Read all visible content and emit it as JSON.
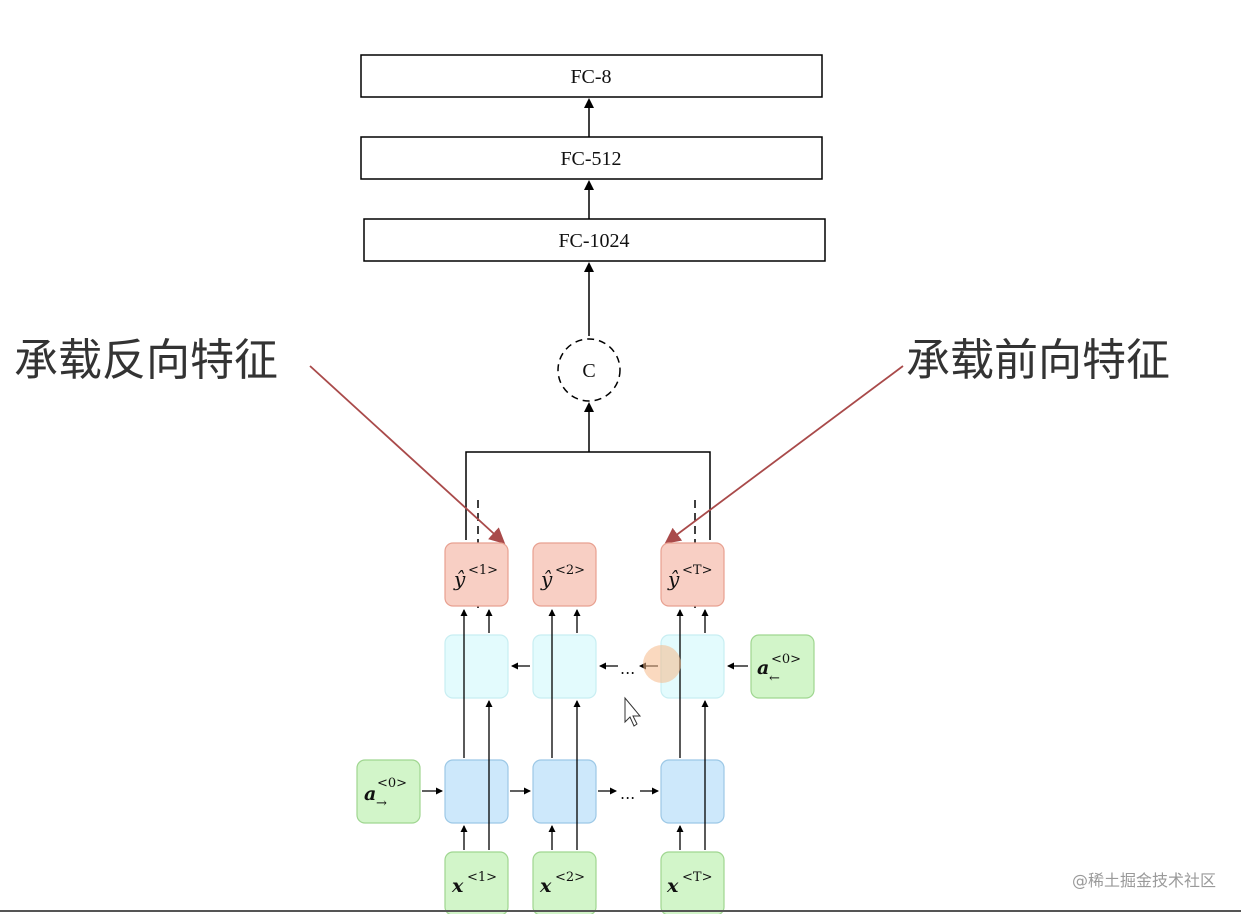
{
  "fc_layers": [
    "FC-8",
    "FC-512",
    "FC-1024"
  ],
  "concat_label": "C",
  "annotations": {
    "left": "承载反向特征",
    "right": "承载前向特征"
  },
  "outputs": [
    {
      "base": "ŷ",
      "sup": "<1>"
    },
    {
      "base": "ŷ",
      "sup": "<2>"
    },
    {
      "base": "ŷ",
      "sup": "<T>"
    }
  ],
  "inputs": [
    {
      "base": "x",
      "sup": "<1>"
    },
    {
      "base": "x",
      "sup": "<2>"
    },
    {
      "base": "x",
      "sup": "<T>"
    }
  ],
  "init_states": {
    "forward": {
      "base": "a",
      "sup": "<0>",
      "sub": "→"
    },
    "backward": {
      "base": "a",
      "sup": "<0>",
      "sub": "←"
    }
  },
  "ellipsis": "...",
  "watermark": "@稀土掘金技术社区",
  "colors": {
    "output_fill": "#f8cfc4",
    "output_stroke": "#e8a090",
    "backward_fill": "#e3fbfd",
    "backward_stroke": "#c8eef2",
    "forward_fill": "#cde8fb",
    "forward_stroke": "#9cc8e6",
    "input_fill": "#d2f5c9",
    "input_stroke": "#9fd690",
    "annotation_arrow": "#a94a4a"
  }
}
